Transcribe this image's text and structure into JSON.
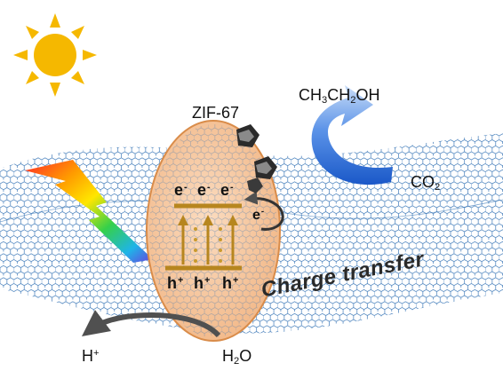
{
  "labels": {
    "zif": "ZIF-67",
    "ethanol": {
      "a": "CH",
      "b": "3",
      "c": "CH",
      "d": "2",
      "e": "OH"
    },
    "co2": {
      "a": "CO",
      "b": "2"
    },
    "proton": {
      "a": "H",
      "b": "+"
    },
    "water": {
      "a": "H",
      "b": "2",
      "c": "O"
    },
    "charge_transfer": "Charge transfer",
    "electron": {
      "sym": "e",
      "sign": "-"
    },
    "hole": {
      "sym": "h",
      "sign": "+"
    }
  },
  "colors": {
    "sun": "#f5b800",
    "particle_fill": "#f7c9a3",
    "particle_edge": "#d98c4a",
    "band": "#b7861f",
    "graphene": "#2f6fb3",
    "co2_arrow": "#2f6fcf",
    "gray_arrow": "#505050"
  },
  "icons": [
    "sun-icon",
    "light-bolt-icon",
    "zif-crystal-icon"
  ]
}
